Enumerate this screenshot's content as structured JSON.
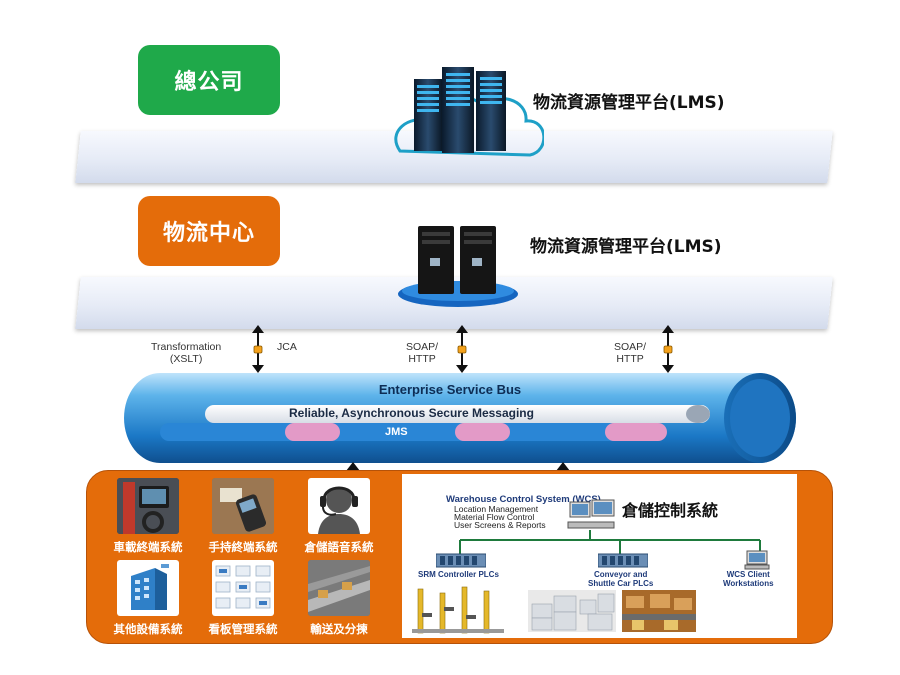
{
  "tiers": {
    "headquarters": {
      "label": "總公司",
      "color": "#1fa94a",
      "platform": "物流資源管理平台(LMS)"
    },
    "logistics_center": {
      "label": "物流中心",
      "color": "#e46c0a",
      "platform": "物流資源管理平台(LMS)"
    }
  },
  "connectors": {
    "left": {
      "line1": "Transformation",
      "line2": "(XSLT)",
      "side": "JCA"
    },
    "middle": {
      "line1": "SOAP/",
      "line2": "HTTP"
    },
    "right": {
      "line1": "SOAP/",
      "line2": "HTTP"
    }
  },
  "esb": {
    "title": "Enterprise Service Bus",
    "inner_label": "Reliable, Asynchronous Secure Messaging",
    "jms_label": "JMS"
  },
  "systems": [
    {
      "label": "車載終端系統",
      "icon": "vehicle-terminal-photo"
    },
    {
      "label": "手持終端系統",
      "icon": "handheld-scanner-photo"
    },
    {
      "label": "倉儲語音系統",
      "icon": "headset-icon"
    },
    {
      "label": "其他設備系統",
      "icon": "building-icon"
    },
    {
      "label": "看板管理系統",
      "icon": "kanban-board-icon"
    },
    {
      "label": "輸送及分揀",
      "icon": "conveyor-photo"
    }
  ],
  "wcs": {
    "heading": "倉儲控制系統",
    "title": "Warehouse Control System (WCS)",
    "functions": [
      "Location Management",
      "Material Flow Control",
      "User Screens & Reports"
    ],
    "plc_groups": [
      {
        "line1": "SRM Controller PLCs",
        "line2": ""
      },
      {
        "line1": "Conveyor and",
        "line2": "Shuttle Car PLCs"
      },
      {
        "line1": "WCS Client",
        "line2": "Workstations"
      }
    ]
  }
}
